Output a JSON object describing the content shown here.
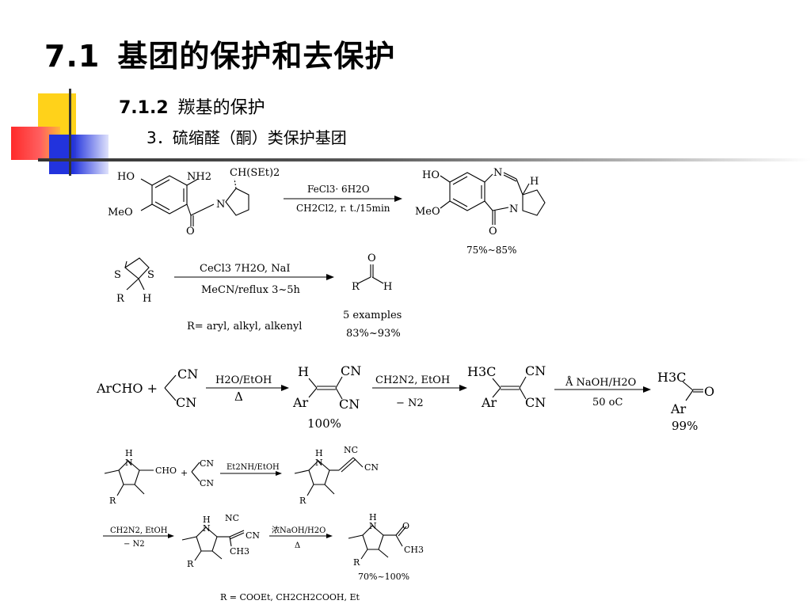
{
  "title": {
    "number": "7.1",
    "text": "基团的保护和去保护"
  },
  "subtitle": {
    "number": "7.1.2",
    "text": "羰基的保护"
  },
  "topic": "3．硫缩醛（酮）类保护基团",
  "reaction1": {
    "sm_labels": {
      "ho": "HO",
      "meo": "MeO",
      "nh2": "NH2",
      "o": "O",
      "n": "N",
      "ch_set2": "CH(SEt)2"
    },
    "conditions_top": "FeCl3· 6H2O",
    "conditions_bottom": "CH2Cl2, r. t./15min",
    "product_labels": {
      "ho": "HO",
      "meo": "MeO",
      "n_top": "N",
      "n": "N",
      "h": "H",
      "o": "O"
    },
    "yield": "75%~85%"
  },
  "reaction2": {
    "sm_labels": {
      "s1": "S",
      "s2": "S",
      "r": "R",
      "h": "H"
    },
    "conditions_top": "CeCl3  7H2O, NaI",
    "conditions_bottom": "MeCN/reflux 3~5h",
    "product_labels": {
      "o": "O",
      "r": "R",
      "h": "H"
    },
    "note": "R= aryl, alkyl, alkenyl",
    "examples": "5 examples",
    "yield": "83%~93%"
  },
  "reaction3": {
    "sm": "ArCHO +",
    "cn1": "CN",
    "cn2": "CN",
    "cond1_top": "H2O/EtOH",
    "cond1_bottom": "Δ",
    "int1": {
      "h": "H",
      "cn1": "CN",
      "ar": "Ar",
      "cn2": "CN"
    },
    "yield1": "100%",
    "cond2_top": "CH2N2, EtOH",
    "cond2_bottom": "− N2",
    "int2": {
      "h3c": "H3C",
      "cn1": "CN",
      "ar": "Ar",
      "cn2": "CN"
    },
    "cond3_top": "Å NaOH/H2O",
    "cond3_bottom": "50 oC",
    "product": {
      "h3c": "H3C",
      "o": "O",
      "ar": "Ar"
    },
    "yield2": "99%"
  },
  "reaction4": {
    "pyrrole_h": "H",
    "pyrrole_n": "N",
    "r": "R",
    "cho": "CHO",
    "plus": "+",
    "cn1": "CN",
    "cn2": "CN",
    "cond_top": "Et2NH/EtOH",
    "prod": {
      "h": "H",
      "n": "N",
      "nc": "NC",
      "cn": "CN",
      "r": "R"
    }
  },
  "reaction5": {
    "cond1_top": "CH2N2, EtOH",
    "cond1_bottom": "− N2",
    "int": {
      "h": "H",
      "n": "N",
      "nc": "NC",
      "cn": "CN",
      "ch3": "CH3",
      "r": "R"
    },
    "cond2_top": "浓NaOH/H2O",
    "cond2_bottom": "Δ",
    "prod": {
      "h": "H",
      "n": "N",
      "o": "O",
      "ch3": "CH3",
      "r": "R"
    },
    "yield": "70%~100%",
    "note": "R = COOEt,  CH2CH2COOH,  Et"
  },
  "colors": {
    "yellow": "#ffd21a",
    "blue": "#2233dd",
    "red": "#ff2a2a"
  }
}
